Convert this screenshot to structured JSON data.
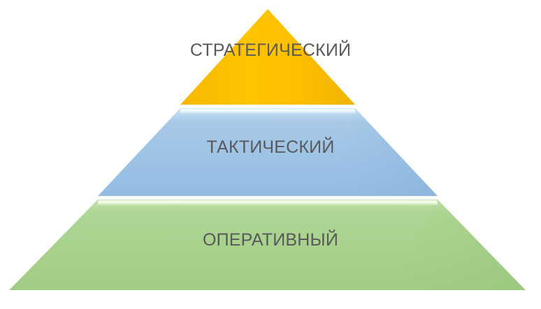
{
  "diagram": {
    "type": "pyramid",
    "orientation": "apex-up",
    "background_color": "#FFFFFF",
    "label_color": "#595959",
    "tier_count": 3,
    "tiers": [
      {
        "id": "strategic",
        "label": "СТРАТЕГИЧЕСКИЙ",
        "level": 1,
        "position": "top",
        "fill_color": "#FFC000",
        "highlight_color": "#FFFFFF"
      },
      {
        "id": "tactical",
        "label": "ТАКТИЧЕСКИЙ",
        "level": 2,
        "position": "middle",
        "fill_color": "#9DC3E6",
        "highlight_color": "#FFFFFF"
      },
      {
        "id": "operational",
        "label": "ОПЕРАТИВНЫЙ",
        "level": 3,
        "position": "bottom",
        "fill_color": "#A9D18E",
        "highlight_color": "#F2FBE8"
      }
    ]
  }
}
